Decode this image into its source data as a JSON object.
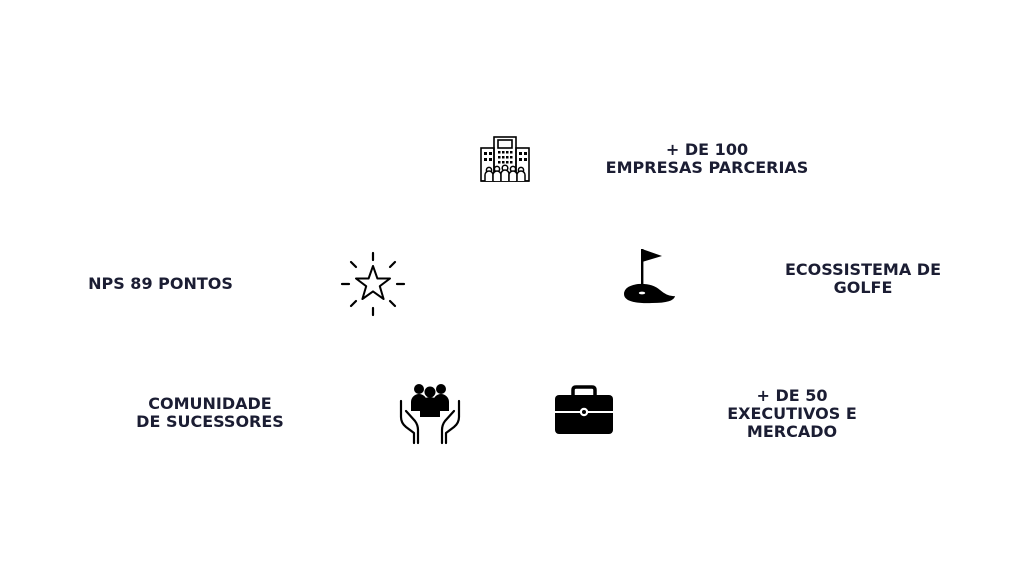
{
  "items": {
    "partners": {
      "line1": "+ DE 100",
      "line2": "EMPRESAS PARCERIAS",
      "icon": "office-building-icon"
    },
    "nps": {
      "line1": "NPS 89 PONTOS",
      "icon": "sparkling-star-icon"
    },
    "golf": {
      "line1": "ECOSSISTEMA DE",
      "line2": "GOLFE",
      "icon": "golf-flag-icon"
    },
    "community": {
      "line1": "COMUNIDADE",
      "line2": "DE SUCESSORES",
      "icon": "hands-holding-people-icon"
    },
    "executives": {
      "line1": "+ DE 50",
      "line2": "EXECUTIVOS E",
      "line3": "MERCADO",
      "icon": "briefcase-icon"
    }
  },
  "colors": {
    "text": "#1b1d33",
    "icon": "#000000",
    "background": "#ffffff"
  }
}
